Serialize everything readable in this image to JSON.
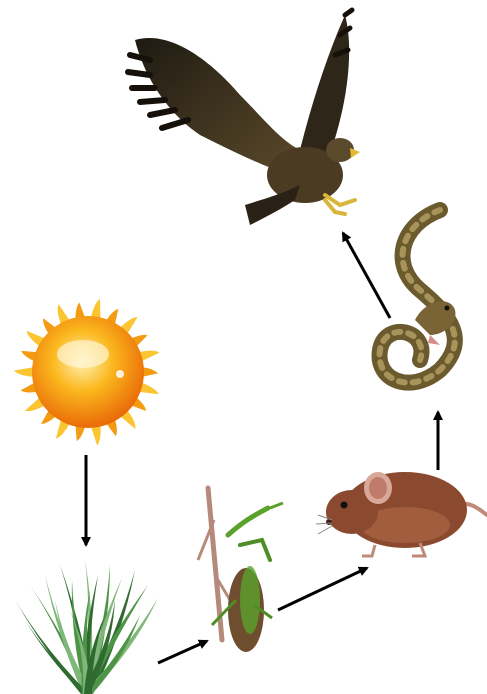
{
  "diagram": {
    "kind": "food-chain",
    "organisms": [
      {
        "id": "sun",
        "icon": "sun-icon",
        "color": "#f7a80c"
      },
      {
        "id": "grass",
        "icon": "grass-icon",
        "color": "#3e7f3a"
      },
      {
        "id": "mantis",
        "icon": "mantis-icon",
        "color": "#5aa22b"
      },
      {
        "id": "mouse",
        "icon": "mouse-icon",
        "color": "#8b4a2f"
      },
      {
        "id": "snake",
        "icon": "snake-icon",
        "color": "#6b5a2e"
      },
      {
        "id": "eagle",
        "icon": "eagle-icon",
        "color": "#3a2f1d"
      }
    ],
    "arrows": [
      {
        "from": "sun",
        "to": "grass"
      },
      {
        "from": "grass",
        "to": "mantis"
      },
      {
        "from": "mantis",
        "to": "mouse"
      },
      {
        "from": "mouse",
        "to": "snake"
      },
      {
        "from": "snake",
        "to": "eagle"
      }
    ],
    "arrow_color": "#000000"
  }
}
